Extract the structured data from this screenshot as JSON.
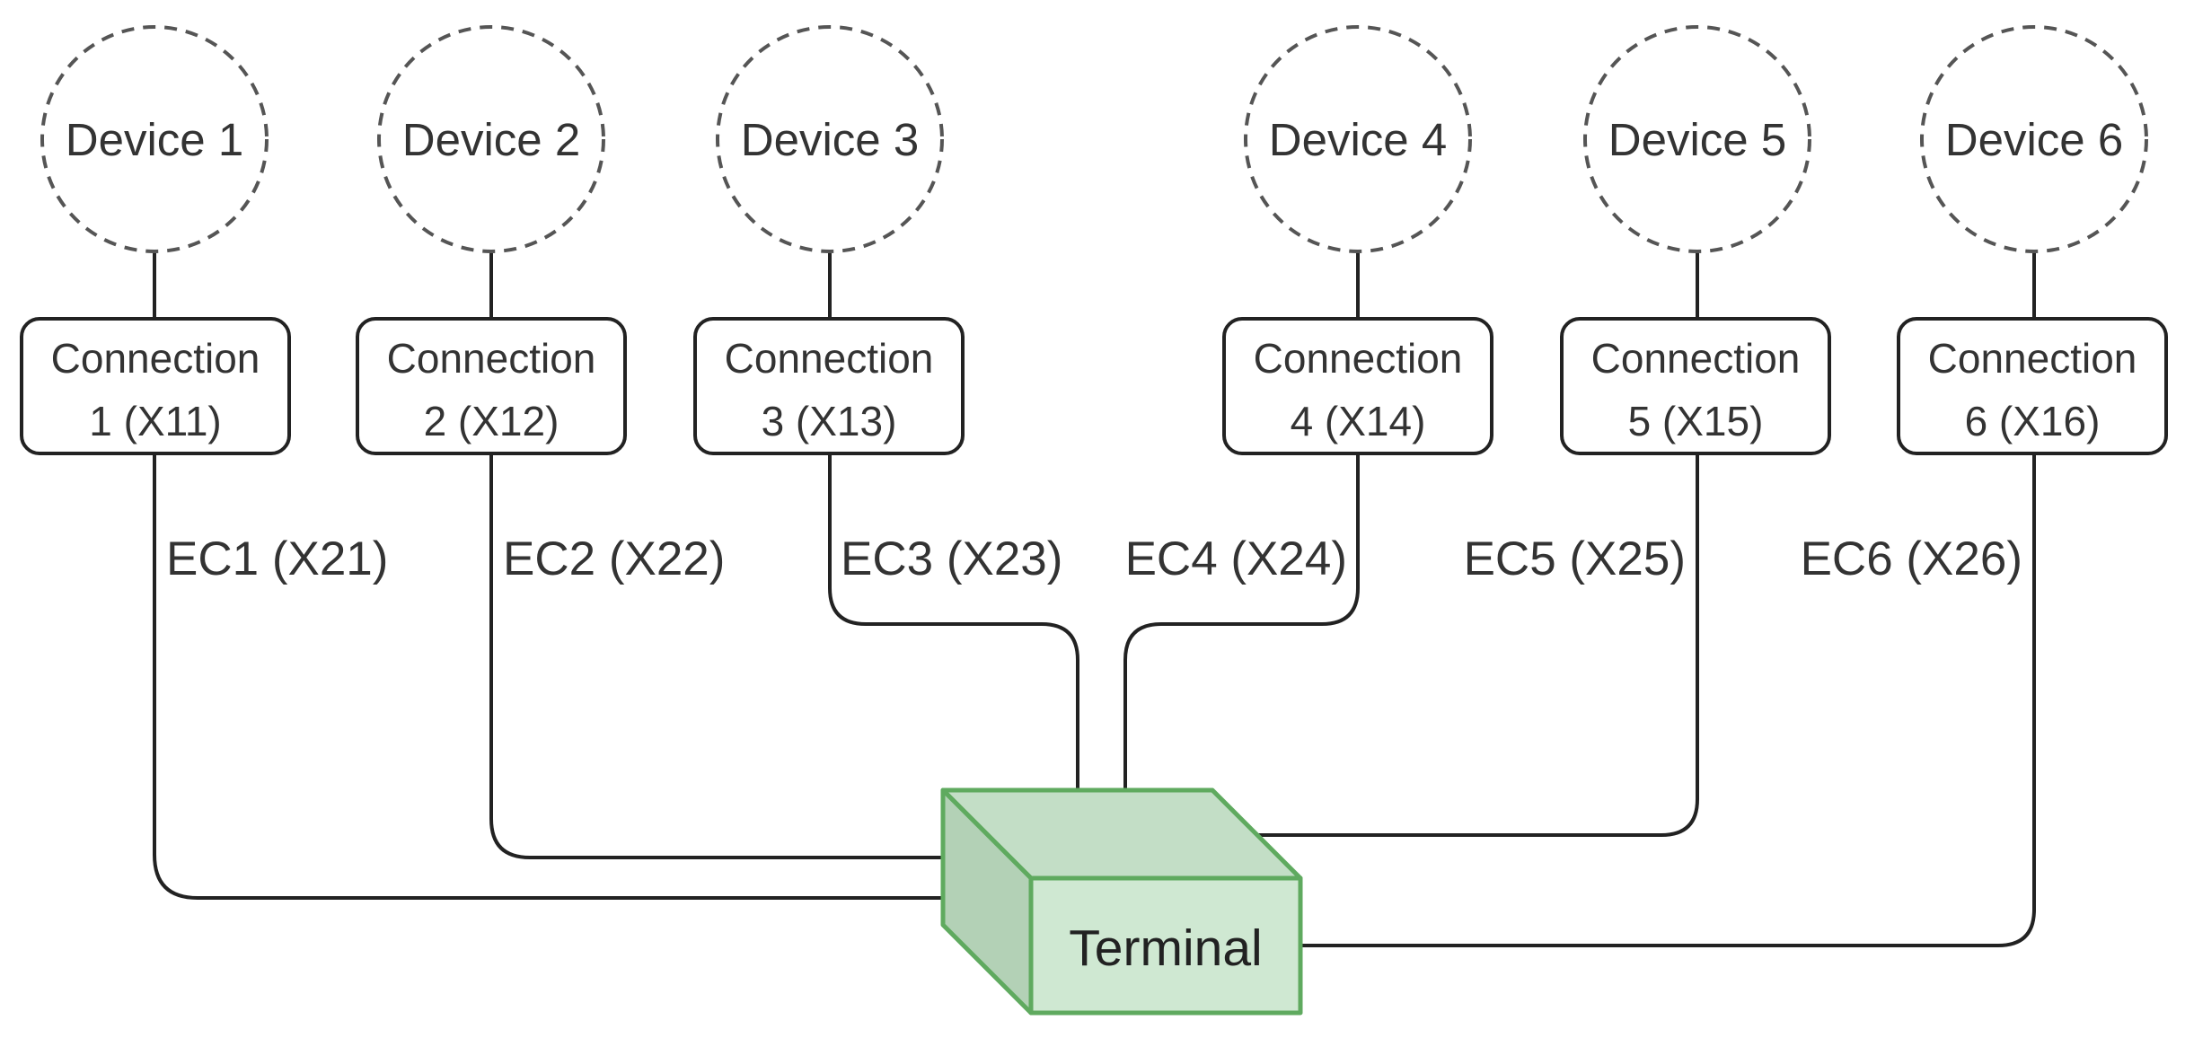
{
  "colors": {
    "stroke": "#222222",
    "device_dash": "#555555",
    "text": "#333333",
    "terminal_fill": "#cfe8d2",
    "terminal_top": "#c3dec6",
    "terminal_side": "#b3d1b6",
    "terminal_stroke": "#5faa5f"
  },
  "devices": [
    {
      "label": "Device 1"
    },
    {
      "label": "Device 2"
    },
    {
      "label": "Device 3"
    },
    {
      "label": "Device 4"
    },
    {
      "label": "Device 5"
    },
    {
      "label": "Device 6"
    }
  ],
  "connections": [
    {
      "line1": "Connection",
      "line2": "1 (X11)"
    },
    {
      "line1": "Connection",
      "line2": "2 (X12)"
    },
    {
      "line1": "Connection",
      "line2": "3 (X13)"
    },
    {
      "line1": "Connection",
      "line2": "4 (X14)"
    },
    {
      "line1": "Connection",
      "line2": "5 (X15)"
    },
    {
      "line1": "Connection",
      "line2": "6 (X16)"
    }
  ],
  "edges": [
    {
      "label": "EC1 (X21)"
    },
    {
      "label": "EC2 (X22)"
    },
    {
      "label": "EC3 (X23)"
    },
    {
      "label": "EC4 (X24)"
    },
    {
      "label": "EC5 (X25)"
    },
    {
      "label": "EC6 (X26)"
    }
  ],
  "terminal": {
    "label": "Terminal"
  }
}
